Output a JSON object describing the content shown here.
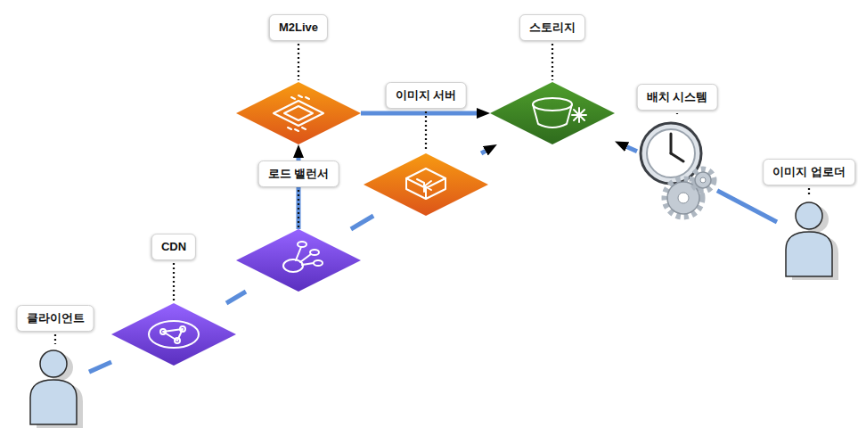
{
  "diagram": {
    "nodes": [
      {
        "text": [
          "클라이언트"
        ]
      },
      {
        "text": [
          "CDN"
        ]
      },
      {
        "text": [
          "로드 밸런서"
        ]
      },
      {
        "text": [
          "M2Live"
        ]
      },
      {
        "text": [
          "이미지 서버"
        ]
      },
      {
        "text": [
          "스토리지"
        ]
      },
      {
        "text": [
          "배치 시스템"
        ]
      },
      {
        "text": [
          "이미지 업로더"
        ]
      }
    ],
    "edges": [
      {
        "from": 0,
        "to": 1,
        "arrow": "none"
      },
      {
        "from": 1,
        "to": 2,
        "arrow": "none"
      },
      {
        "from": 2,
        "to": 3,
        "arrow": "to"
      },
      {
        "from": 2,
        "to": 4,
        "arrow": "none"
      },
      {
        "from": 3,
        "to": 5,
        "arrow": "to"
      },
      {
        "from": 4,
        "to": 5,
        "arrow": "to"
      },
      {
        "from": 6,
        "to": 5,
        "arrow": "to"
      },
      {
        "from": 7,
        "to": 6,
        "arrow": "none"
      }
    ]
  }
}
